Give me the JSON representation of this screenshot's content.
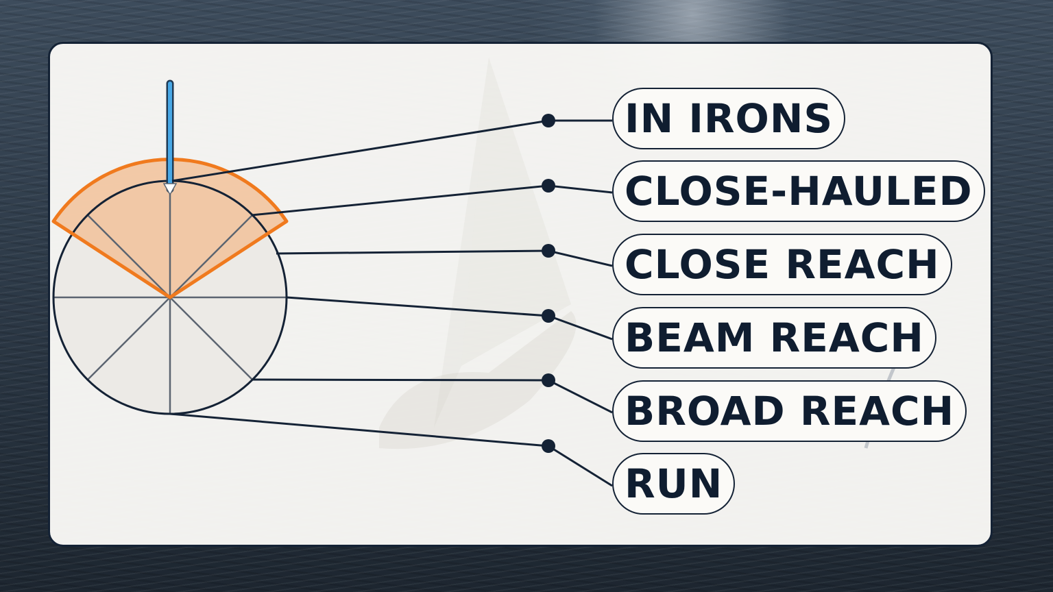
{
  "diagram": {
    "points_of_sail": [
      {
        "id": "in-irons",
        "label": "IN IRONS"
      },
      {
        "id": "close-hauled",
        "label": "CLOSE-HAULED"
      },
      {
        "id": "close-reach",
        "label": "CLOSE REACH"
      },
      {
        "id": "beam-reach",
        "label": "BEAM REACH"
      },
      {
        "id": "broad-reach",
        "label": "BROAD REACH"
      },
      {
        "id": "run",
        "label": "RUN"
      }
    ],
    "no_go_zone_color": "#f07a1e",
    "wind_arrow_color": "#3ea0e0",
    "line_color": "#142235"
  }
}
